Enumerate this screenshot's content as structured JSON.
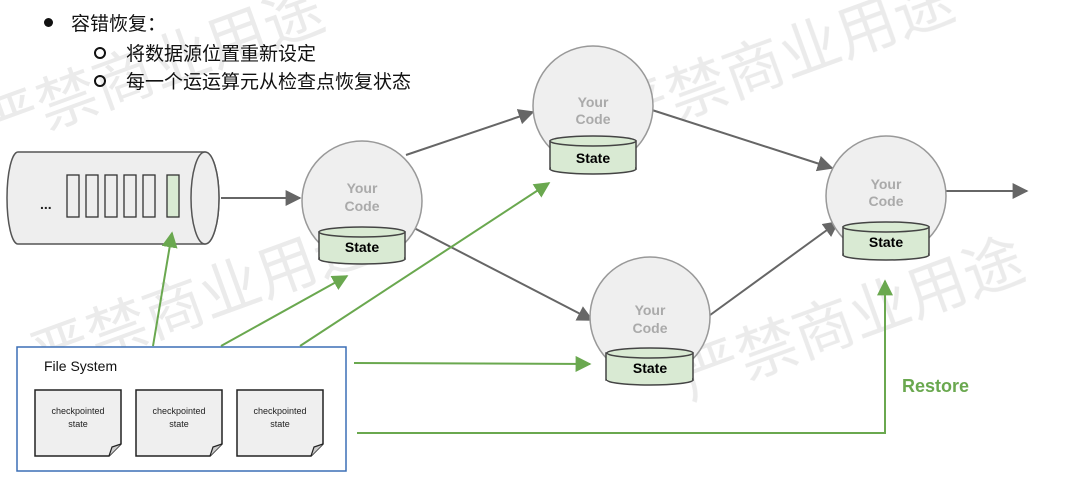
{
  "bullets": {
    "main": "容错恢复：",
    "sub": [
      "将数据源位置重新设定",
      "每一个运运算元从检查点恢复状态"
    ]
  },
  "watermark": "严禁商业用途",
  "source": {
    "ellipsis": "..."
  },
  "operators": [
    {
      "title_line1": "Your",
      "title_line2": "Code",
      "state": "State"
    },
    {
      "title_line1": "Your",
      "title_line2": "Code",
      "state": "State"
    },
    {
      "title_line1": "Your",
      "title_line2": "Code",
      "state": "State"
    },
    {
      "title_line1": "Your",
      "title_line2": "Code",
      "state": "State"
    }
  ],
  "file_system": {
    "title": "File System",
    "files": [
      {
        "line1": "checkpointed",
        "line2": "state"
      },
      {
        "line1": "checkpointed",
        "line2": "state"
      },
      {
        "line1": "checkpointed",
        "line2": "state"
      }
    ]
  },
  "restore_label": "Restore",
  "colors": {
    "green": "#6aa84f",
    "state_fill": "#d9ead3",
    "gray_arrow": "#666666",
    "circle_fill": "#efefef"
  }
}
